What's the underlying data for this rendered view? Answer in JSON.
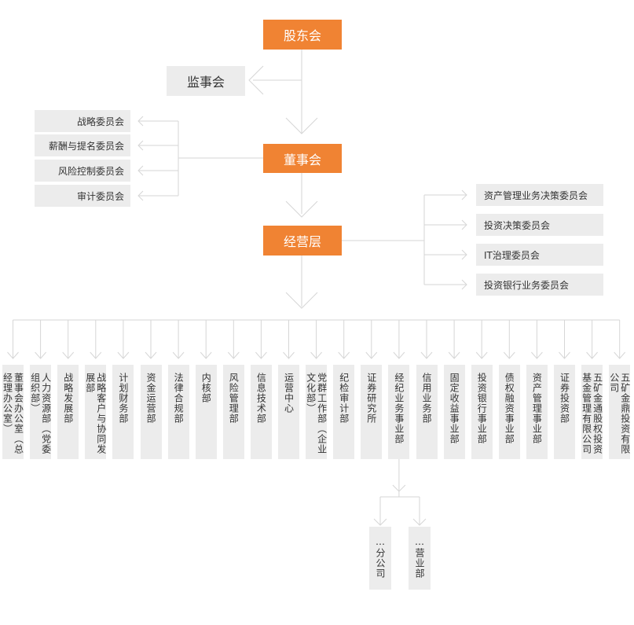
{
  "top": {
    "shareholders": "股东会",
    "supervisory": "监事会",
    "board": "董事会",
    "management": "经营层"
  },
  "board_committees": [
    "战略委员会",
    "薪酬与提名委员会",
    "风险控制委员会",
    "审计委员会"
  ],
  "mgmt_committees": [
    "资产管理业务决策委员会",
    "投资决策委员会",
    "IT治理委员会",
    "投资银行业务委员会"
  ],
  "departments": [
    "董事会办公室（总经理办公室）",
    "人力资源部（党委组织部）",
    "战略发展部",
    "战略客户与协同发展部",
    "计划财务部",
    "资金运营部",
    "法律合规部",
    "内核部",
    "风险管理部",
    "信息技术部",
    "运营中心",
    "党群工作部（企业文化部）",
    "纪检审计部",
    "证券研究所",
    "经纪业务事业部",
    "信用业务部",
    "固定收益事业部",
    "投资银行事业部",
    "债权融资事业部",
    "资产管理事业部",
    "证券投资部",
    "五矿金通股权投资基金管理有限公司",
    "五矿金鼎投资有限公司"
  ],
  "branches": [
    "分公司",
    "营业部"
  ],
  "ellipsis": "…",
  "colors": {
    "accent": "#f08333",
    "box": "#ececec",
    "line": "#d6d6d6"
  }
}
